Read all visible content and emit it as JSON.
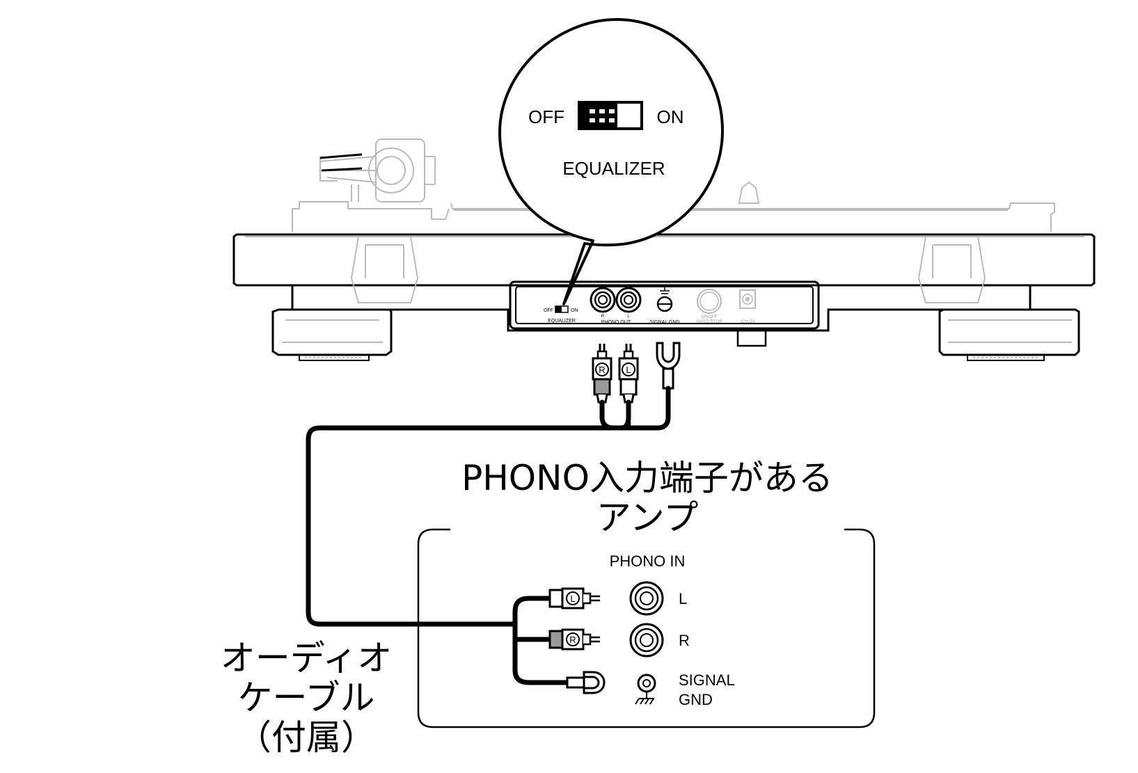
{
  "callout": {
    "off": "OFF",
    "on": "ON",
    "equalizer": "EQUALIZER"
  },
  "turntable_panel": {
    "eq_off": "OFF",
    "eq_on": "ON",
    "equalizer": "EQUALIZER",
    "r": "R",
    "l": "L",
    "phono_out": "PHONO OUT",
    "signal_gnd": "SIGNAL GND",
    "auto_stop": "AUTO STOP",
    "auto_stop_state": "ON/OFF",
    "power": "12V/2A"
  },
  "plugs": {
    "r": "R",
    "l": "L"
  },
  "amp": {
    "title_line1": "PHONO入力端子がある",
    "title_line2": "アンプ",
    "phono_in": "PHONO IN",
    "jack_l": "L",
    "jack_r": "R",
    "signal": "SIGNAL",
    "gnd": "GND"
  },
  "cable_label": {
    "line1": "オーディオ",
    "line2": "ケーブル",
    "line3": "（付属）"
  },
  "colors": {
    "outline_grey": "#b9b9b9",
    "ink": "#000000"
  }
}
